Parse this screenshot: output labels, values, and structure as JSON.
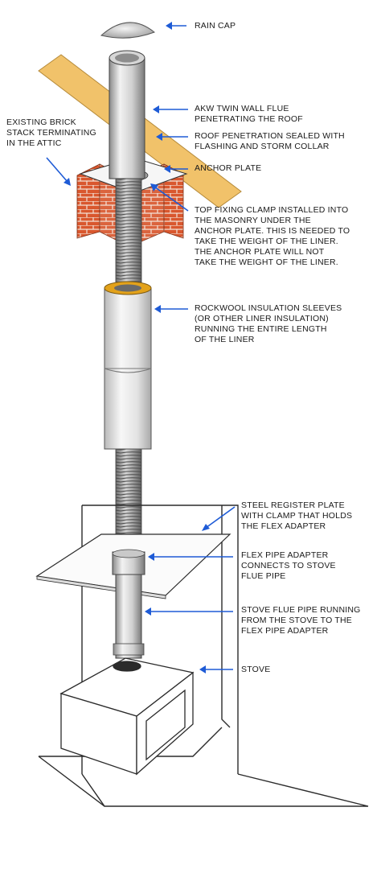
{
  "labels": {
    "rain_cap": "RAIN CAP",
    "twin_wall": "AKW TWIN WALL FLUE\nPENETRATING THE ROOF",
    "existing_brick": "EXISTING BRICK\nSTACK TERMINATING\nIN THE ATTIC",
    "roof_penetration": "ROOF PENETRATION SEALED WITH\nFLASHING AND STORM COLLAR",
    "anchor_plate": "ANCHOR PLATE",
    "top_fixing": "TOP FIXING CLAMP INSTALLED INTO\nTHE MASONRY UNDER THE\nANCHOR PLATE. THIS IS NEEDED TO\nTAKE THE WEIGHT OF THE LINER.\nTHE ANCHOR PLATE WILL NOT\nTAKE THE WEIGHT OF THE LINER.",
    "rockwool": "ROCKWOOL INSULATION SLEEVES\n(OR OTHER LINER INSULATION)\nRUNNING THE ENTIRE LENGTH\nOF THE LINER",
    "register_plate": "STEEL REGISTER PLATE\nWITH CLAMP THAT HOLDS\nTHE FLEX ADAPTER",
    "flex_adapter": "FLEX PIPE ADAPTER\nCONNECTS TO STOVE\nFLUE PIPE",
    "stove_flue": "STOVE FLUE PIPE RUNNING\nFROM THE STOVE TO THE\nFLEX PIPE ADAPTER",
    "stove": "STOVE"
  },
  "colors": {
    "arrow": "#1e5bd6",
    "roof_beam": "#f1c26a",
    "brick": "#d9572e",
    "mortar": "#f3e2d6",
    "insulation_collar": "#e3a21a",
    "outline": "#2b2b2b"
  }
}
